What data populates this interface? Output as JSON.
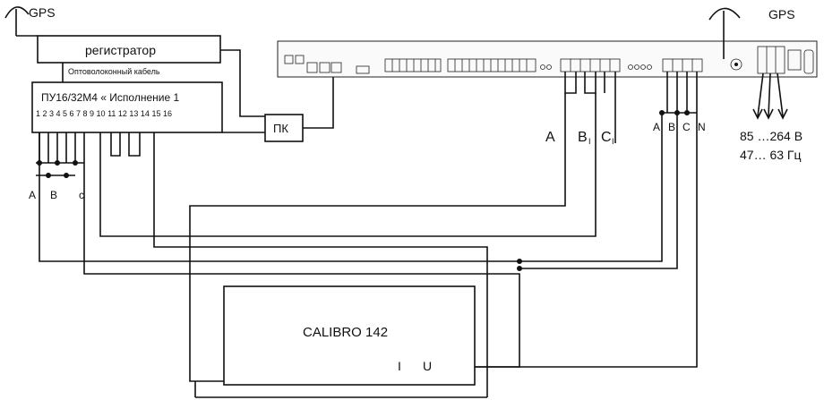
{
  "gps_left": "GPS",
  "gps_right": "GPS",
  "registrator": "регистратор",
  "fiber_cable": "Оптоволоконный кабель",
  "pu_title": "ПУ16/32М4 « Исполнение 1",
  "pu_pins": "1 2 3 4 5 6 7 8 9 10 11 12 13 14 15 16",
  "pk": "ПК",
  "phase_a": "A",
  "phase_b": "B",
  "phase_c": "c",
  "cur_a": "A",
  "cur_b": "B",
  "cur_c": "C",
  "cur_sub": "I",
  "volt_a": "A",
  "volt_b": "B",
  "volt_c": "C",
  "volt_n": "N",
  "supply_voltage": "85 …264 В",
  "supply_freq": "47… 63 Гц",
  "calibro": "CALIBRO 142",
  "term_i": "I",
  "term_u": "U"
}
